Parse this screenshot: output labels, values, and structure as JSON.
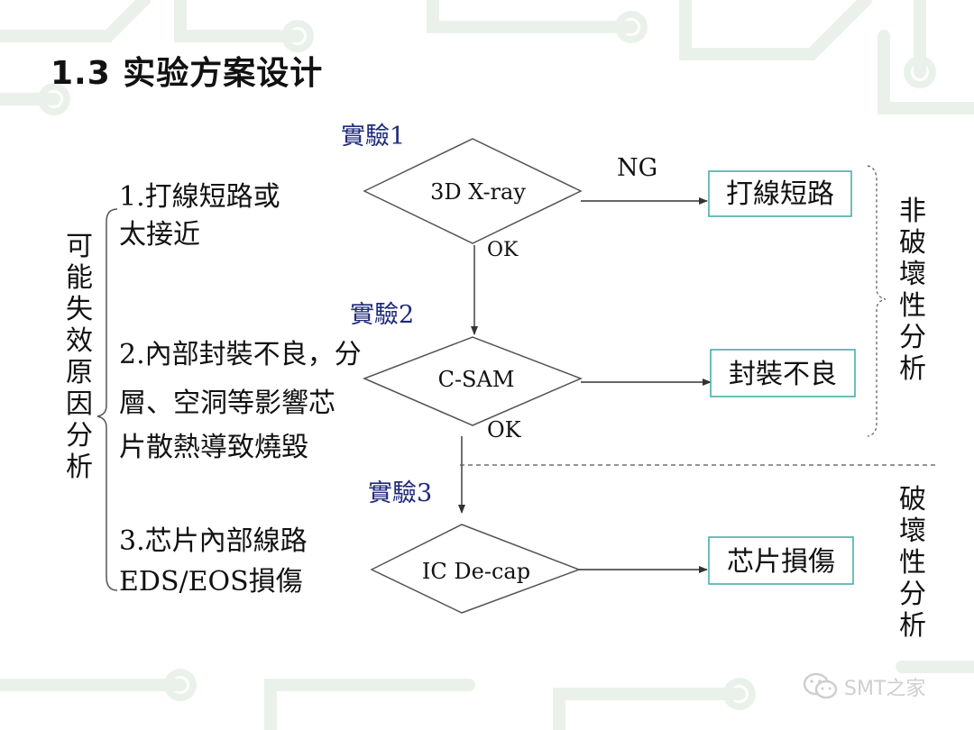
{
  "title": "1.3 实验方案设计",
  "left_group": {
    "label_chars": [
      "可",
      "能",
      "失",
      "效",
      "原",
      "因",
      "分",
      "析"
    ],
    "causes": [
      {
        "lines": [
          "1.打線短路或",
          "太接近"
        ]
      },
      {
        "lines": [
          "2.內部封裝不良，分",
          "層、空洞等影響芯",
          "片散熱導致燒毀"
        ]
      },
      {
        "lines": [
          "3.芯片內部線路",
          "EDS/EOS損傷"
        ]
      }
    ]
  },
  "experiments": [
    {
      "label": "實驗1",
      "method": "3D X-ray",
      "result": "打線短路",
      "ng_label": "NG",
      "ok_label": "OK"
    },
    {
      "label": "實驗2",
      "method": "C-SAM",
      "result": "封裝不良",
      "ok_label": "OK"
    },
    {
      "label": "實驗3",
      "method": "IC De-cap",
      "result": "芯片損傷"
    }
  ],
  "right_groups": [
    {
      "chars": [
        "非",
        "破",
        "壞",
        "性",
        "分",
        "析"
      ]
    },
    {
      "chars": [
        "破",
        "壞",
        "性",
        "分",
        "析"
      ]
    }
  ],
  "watermark": {
    "text": "SMT之家",
    "icon": "wechat-icon"
  },
  "colors": {
    "box_border": "#3fa9a3",
    "arrow": "#333333",
    "experiment_label": "#1f2a7a",
    "bg_circuit": "#eef3ee"
  }
}
